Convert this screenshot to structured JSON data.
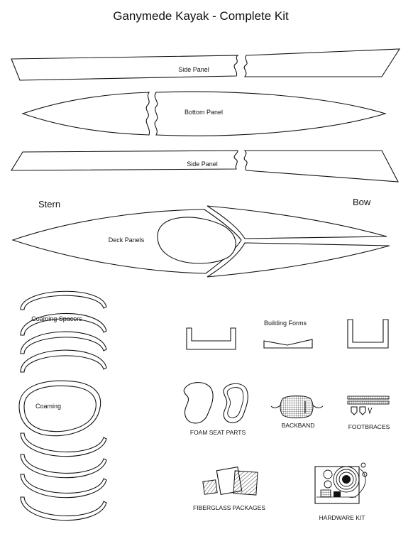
{
  "title": "Ganymede Kayak - Complete Kit",
  "labels": {
    "side_panel_top": "Side Panel",
    "bottom_panel": "Bottom Panel",
    "side_panel_bottom": "Side Panel",
    "stern": "Stern",
    "bow": "Bow",
    "deck_panels": "Deck Panels",
    "coaming_spacers": "Coaming Spacers",
    "coaming": "Coaming",
    "building_forms": "Building Forms",
    "foam_seat_parts": "FOAM SEAT PARTS",
    "backband": "BACKBAND",
    "footbraces": "FOOTBRACES",
    "fiberglass_packages": "FIBERGLASS PACKAGES",
    "hardware_kit": "HARDWARE KIT"
  }
}
